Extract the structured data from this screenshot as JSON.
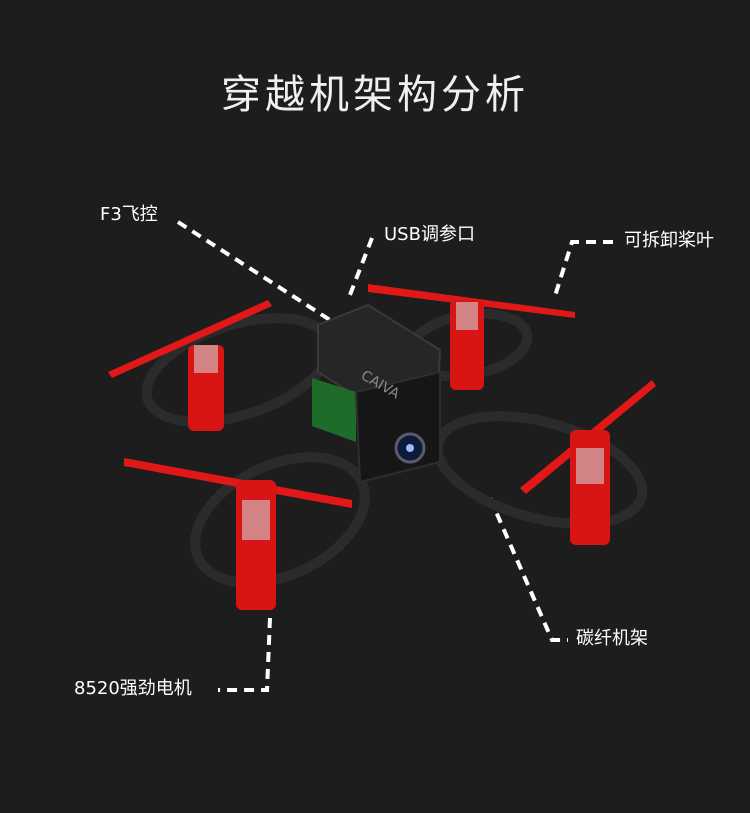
{
  "title": "穿越机架构分析",
  "labels": {
    "fc": "F3飞控",
    "usb": "USB调参口",
    "props": "可拆卸桨叶",
    "frame": "碳纤机架",
    "motor": "8520强劲电机"
  },
  "frame_logo": "CAIVA",
  "colors": {
    "background": "#1d1d1d",
    "propeller": "#e01818",
    "frame": "#2a2a2a",
    "board": "#1f6b2a",
    "leader_line": "#ffffff"
  }
}
